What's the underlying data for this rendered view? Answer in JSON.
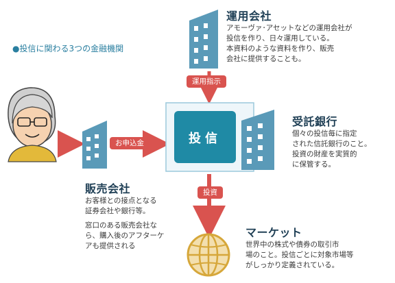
{
  "subtitle": "●投信に関わる3つの金融機関",
  "center": {
    "label": "投信"
  },
  "flows": {
    "application": "お申込金",
    "instruction": "運用指示",
    "investment": "投資"
  },
  "management_company": {
    "title": "運用会社",
    "description": "アモーヴァ･アセットなどの運用会社が\n投信を作り、日々運用している。\n本資料のような資料を作り、販売\n会社に提供することも。"
  },
  "trustee_bank": {
    "title": "受託銀行",
    "description": "個々の投信毎に指定\nされた信託銀行のこと。\n投資の財産を実質的\nに保管する。"
  },
  "distributor": {
    "title": "販売会社",
    "description1": "お客様との接点となる\n証券会社や銀行等。",
    "description2": "窓口のある販売会社な\nら、購入後のアフターケ\nアも提供される"
  },
  "market": {
    "title": "マーケット",
    "description": "世界中の株式や債券の取引市\n場のこと。投信ごとに対象市場等\nがしっかり定義されている。"
  },
  "colors": {
    "accent_red": "#d9534f",
    "teal": "#1f8aa5",
    "building_blue": "#5a9ab8",
    "globe_gold": "#d6a73a",
    "title_navy": "#1f3f55"
  }
}
